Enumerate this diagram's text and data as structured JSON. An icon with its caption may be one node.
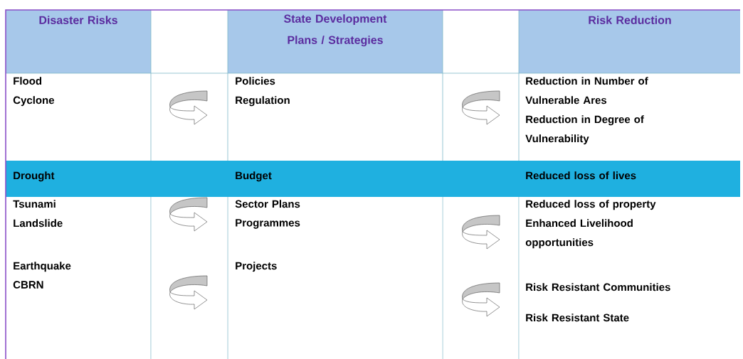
{
  "diagram": {
    "labels": [
      "Disaster Risks",
      "State Development Plans / Strategies",
      "Risk Reduction",
      "Flood",
      "Cyclone",
      "Policies",
      "Regulation",
      "Reduction in Number of Vulnerable Ares",
      "Reduction in Degree of Vulnerability",
      "Drought",
      "Budget",
      "Reduced loss of lives",
      "Tsunami",
      "Landslide",
      "Earthquake",
      "CBRN",
      "Sector Plans",
      "Programmes",
      "Projects",
      "Reduced loss of property",
      "Enhanced Livelihood opportunities",
      "Risk Resistant Communities",
      "Risk Resistant State"
    ]
  }
}
